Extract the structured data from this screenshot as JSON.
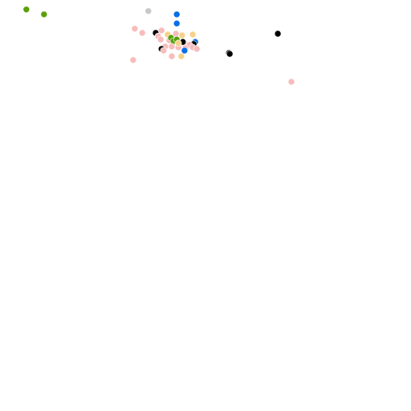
{
  "map": {
    "colors": {
      "background": "#ffffff",
      "green": "#5aa00b",
      "blue": "#0a6ee6",
      "black": "#000000",
      "pink": "#f8bcbc",
      "yellow": "#f6d28a",
      "gray": "#c8c8c8"
    },
    "extent": {
      "lng": [
        0,
        100
      ],
      "lat": [
        0,
        100
      ]
    },
    "markers": [
      {
        "category": "green",
        "lng": 6.4,
        "lat": 97.7
      },
      {
        "category": "green",
        "lng": 10.7,
        "lat": 96.5
      },
      {
        "category": "gray",
        "lng": 36.1,
        "lat": 97.3
      },
      {
        "category": "blue",
        "lng": 43.0,
        "lat": 96.5
      },
      {
        "category": "blue",
        "lng": 43.0,
        "lat": 94.3
      },
      {
        "category": "black",
        "lng": 67.6,
        "lat": 91.8
      },
      {
        "category": "black",
        "lng": 55.7,
        "lat": 87.1
      },
      {
        "category": "black",
        "lng": 55.9,
        "lat": 86.9
      },
      {
        "category": "pink",
        "lng": 70.9,
        "lat": 80.1
      },
      {
        "category": "pink",
        "lng": 32.8,
        "lat": 93.0
      },
      {
        "category": "pink",
        "lng": 34.6,
        "lat": 92.0
      },
      {
        "category": "pink",
        "lng": 32.4,
        "lat": 85.4
      },
      {
        "category": "black",
        "lng": 37.9,
        "lat": 92.0
      },
      {
        "category": "pink",
        "lng": 39.3,
        "lat": 92.6
      },
      {
        "category": "pink",
        "lng": 38.5,
        "lat": 91.2
      },
      {
        "category": "pink",
        "lng": 39.1,
        "lat": 90.4
      },
      {
        "category": "yellow",
        "lng": 40.8,
        "lat": 91.6
      },
      {
        "category": "pink",
        "lng": 42.8,
        "lat": 91.8
      },
      {
        "category": "yellow",
        "lng": 44.3,
        "lat": 91.4
      },
      {
        "category": "yellow",
        "lng": 46.9,
        "lat": 91.6
      },
      {
        "category": "pink",
        "lng": 41.2,
        "lat": 90.2
      },
      {
        "category": "green",
        "lng": 41.6,
        "lat": 90.8
      },
      {
        "category": "green",
        "lng": 42.2,
        "lat": 90.0
      },
      {
        "category": "green",
        "lng": 43.0,
        "lat": 90.4
      },
      {
        "category": "blue",
        "lng": 47.5,
        "lat": 89.8
      },
      {
        "category": "black",
        "lng": 47.1,
        "lat": 89.3
      },
      {
        "category": "pink",
        "lng": 44.7,
        "lat": 89.5
      },
      {
        "category": "pink",
        "lng": 46.1,
        "lat": 89.1
      },
      {
        "category": "pink",
        "lng": 40.2,
        "lat": 88.7
      },
      {
        "category": "pink",
        "lng": 41.8,
        "lat": 88.7
      },
      {
        "category": "pink",
        "lng": 43.4,
        "lat": 88.5
      },
      {
        "category": "pink",
        "lng": 45.1,
        "lat": 88.3
      },
      {
        "category": "pink",
        "lng": 46.9,
        "lat": 88.5
      },
      {
        "category": "pink",
        "lng": 47.9,
        "lat": 88.1
      },
      {
        "category": "black",
        "lng": 39.3,
        "lat": 88.1
      },
      {
        "category": "pink",
        "lng": 39.8,
        "lat": 87.7
      },
      {
        "category": "blue",
        "lng": 44.9,
        "lat": 87.7
      },
      {
        "category": "pink",
        "lng": 41.8,
        "lat": 86.3
      },
      {
        "category": "yellow",
        "lng": 44.1,
        "lat": 86.3
      },
      {
        "category": "black",
        "lng": 44.5,
        "lat": 89.8
      },
      {
        "category": "yellow",
        "lng": 43.4,
        "lat": 89.5
      }
    ]
  }
}
